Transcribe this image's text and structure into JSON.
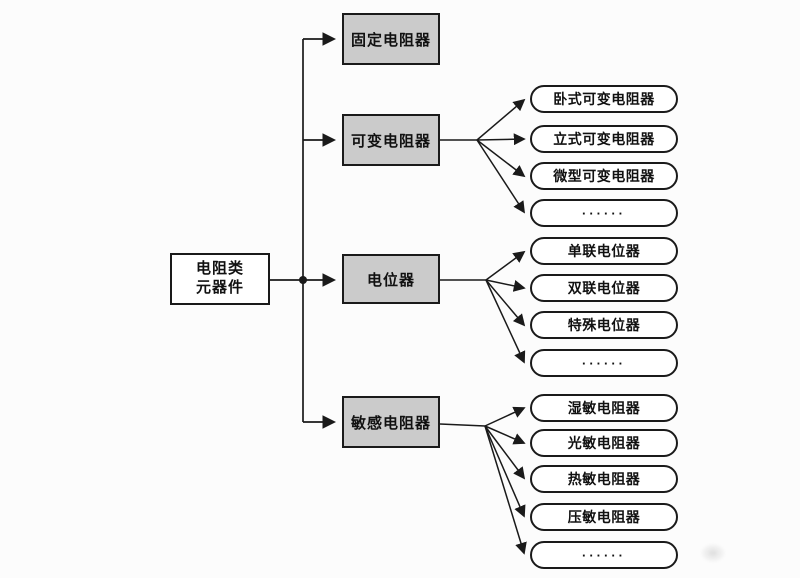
{
  "diagram": {
    "title": "resistor-component-classification-tree",
    "root": {
      "line1": "电阻类",
      "line2": "元器件"
    },
    "categories": [
      {
        "label": "固定电阻器",
        "children": []
      },
      {
        "label": "可变电阻器",
        "children": [
          "卧式可变电阻器",
          "立式可变电阻器",
          "微型可变电阻器",
          "······"
        ]
      },
      {
        "label": "电位器",
        "children": [
          "单联电位器",
          "双联电位器",
          "特殊电位器",
          "······"
        ]
      },
      {
        "label": "敏感电阻器",
        "children": [
          "湿敏电阻器",
          "光敏电阻器",
          "热敏电阻器",
          "压敏电阻器",
          "······"
        ]
      }
    ],
    "colors": {
      "category_box_fill": "#cbcbcb",
      "box_border": "#1a1a1a",
      "leaf_fill": "#ffffff",
      "line": "#1a1a1a",
      "background": "#fcfcfc"
    }
  }
}
